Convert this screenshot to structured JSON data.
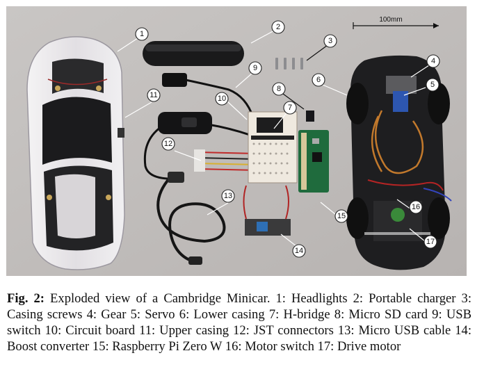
{
  "figure": {
    "scale_bar_label": "100mm",
    "callouts": [
      "1",
      "2",
      "3",
      "4",
      "5",
      "6",
      "7",
      "8",
      "9",
      "10",
      "11",
      "12",
      "13",
      "14",
      "15",
      "16",
      "17"
    ]
  },
  "caption": {
    "label": "Fig. 2:",
    "text": "Exploded view of a Cambridge Minicar. 1: Headlights 2: Portable charger 3: Casing screws 4: Gear 5: Servo 6: Lower casing 7: H-bridge 8: Micro SD card 9: USB switch 10: Circuit board 11: Upper casing 12: JST connectors 13: Micro USB cable 14: Boost converter 15: Raspberry Pi Zero W 16: Motor switch 17: Drive motor"
  }
}
